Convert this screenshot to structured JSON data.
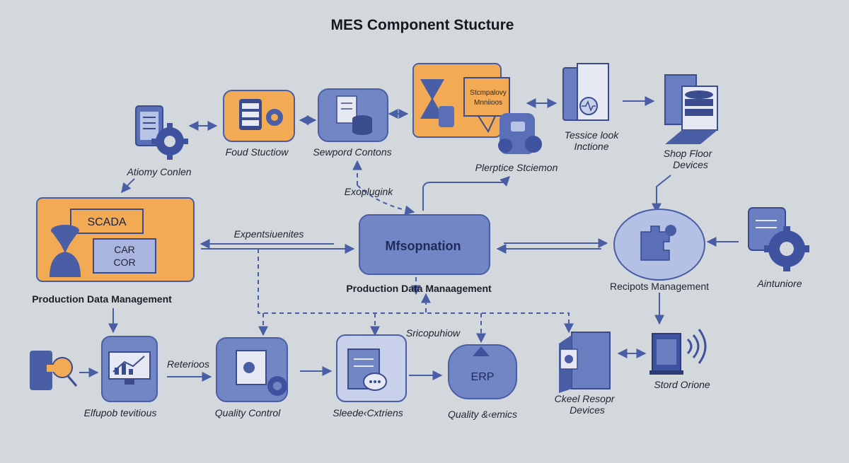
{
  "title": "MES Component  Stucture",
  "center": {
    "label": "Mfsopnation",
    "caption": "Production Data Manaagement"
  },
  "top_row": {
    "automy": "Atiomy Conlen",
    "food": "Foud Stuctiow",
    "sewpord": "Sewpord Contons",
    "plerptice": "Plerptice Stciemon",
    "sticky_note_line1": "Stcmpalovy",
    "sticky_note_line2": "Mnniioos",
    "tessice_line1": "Tessice look",
    "tessice_line2": "Inctione",
    "shop_line1": "Shop Floor",
    "shop_line2": "Devices"
  },
  "connectors": {
    "exoplugink": "Exoplugink",
    "expents": "Expentsiuenites",
    "sricopuhiow": "Sricopuhiow",
    "reterioos": "Reterioos"
  },
  "scada_block": {
    "scada": "SCADA",
    "car": "CAR",
    "cor": "COR",
    "caption": "Production Data Management"
  },
  "right_mid": {
    "recipes": "Recipots Management",
    "aintuniore": "Aintuniore"
  },
  "bottom_row": {
    "elfupob": "Elfupob tevitious",
    "quality_control": "Quality Control",
    "sleedex": "Sleede‹Cxtriens",
    "erp": "ERP",
    "quality_sdemics": "Quality &‹emics",
    "ckeel_line1": "Ckeel Resopr",
    "ckeel_line2": "Devices",
    "stord": "Stord Orione"
  },
  "colors": {
    "background": "#d3d8dc",
    "orange": "#f2aa55",
    "blue_box": "#7286c6",
    "blue_dark": "#4a5ea6",
    "arrow": "#4a5ea6"
  },
  "icons": [
    "tablet-gear-icon",
    "database-gear-icon",
    "document-database-icon",
    "hourglass-hand-icon",
    "puzzle-gear-icon",
    "document-monitor-icon",
    "server-database-icon",
    "person-hourglass-icon",
    "puzzle-brain-icon",
    "document-gear-icon",
    "magnifier-hand-icon",
    "chart-monitor-icon",
    "document-gear-box-icon",
    "document-chat-icon",
    "erp-hex-icon",
    "device-tower-icon",
    "wireless-device-icon"
  ]
}
